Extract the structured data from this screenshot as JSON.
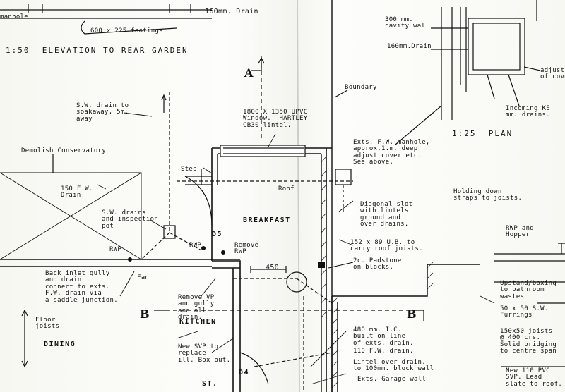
{
  "top_labels": {
    "manhole": "manhole",
    "drain_160": "160mm. Drain",
    "footings": "600 x 225 footings"
  },
  "titles": {
    "elevation": "1:50  ELEVATION TO REAR GARDEN",
    "plan": "1:25  PLAN"
  },
  "sections": {
    "a": "A",
    "b_left": "B",
    "b_right": "B"
  },
  "rooms": {
    "breakfast": "BREAKFAST",
    "kitchen": "KITCHEN",
    "dining": "DINING",
    "st": "ST."
  },
  "doors": {
    "d5": "D5",
    "d4": "D4"
  },
  "dimension_450": "450",
  "notes": {
    "boundary": "Boundary",
    "cavity_wall": "300 mm.\ncavity wall",
    "drain_160_plan": "160mm.Drain",
    "adjust_cover": "adjust\nof cover",
    "incoming": "Incoming KE\nmm. drains.",
    "sw_drain": "S.W. drain to\nsoakaway, 5m.\naway",
    "window": "1800 X 1350 UPVC\nWindow.  HARTLEY\nCB30 lintel.",
    "demolish": "Demolish Conservatory",
    "step": "Step",
    "exist_fw": "Exts. F.W. manhole,\napprox.1.m. deep\nadjust cover etc.\nSee above.",
    "roof": "Roof",
    "fw_drain_150": "150 F.W.\nDrain",
    "holding_down": "Holding down\nstraps to joists.",
    "sw_drains": "S.W. drains\nand inspection\npot",
    "diagonal_slot": "Diagonal slot\nwith lintels\nground and\nover drains.",
    "rwp_hopper": "RWP and\nHopper",
    "rwp_left": "RWP",
    "rwp_right": "RWP",
    "remove_rwp": "Remove\nRWP",
    "ub": "152 x 89 U.B. to\ncarry roof joists.",
    "padstone": "2c. Padstone\non blocks.",
    "back_inlet": "Back inlet gully\nand drain\nconnect to exts.\nF.W. drain via\na saddle junction.",
    "fan": "Fan",
    "remove_vp": "Remove VP\nand gully\nand all\ndrain.",
    "upstand": "Upstand/boxing\nto bathroom\nwastes",
    "floor_joists": "Floor\njoists",
    "lc": "480 mm. I.C.\nbuilt on line\nof exts. drain.",
    "furrings": "50 x 50 S.W.\nFurrings",
    "joists_150": "150x50 joists\n@ 400 crs.\nSolid bridging\nto centre span",
    "new_svp": "New SVP to\nreplace\nill. Box out.",
    "fw_110": "110 F.W. drain.",
    "lintel": "Lintel over drain.\nto 100mm. block wall",
    "garage": "Exts. Garage wall",
    "pvc": "New 110 PVC\nSVP. Lead\nslate to roof."
  }
}
